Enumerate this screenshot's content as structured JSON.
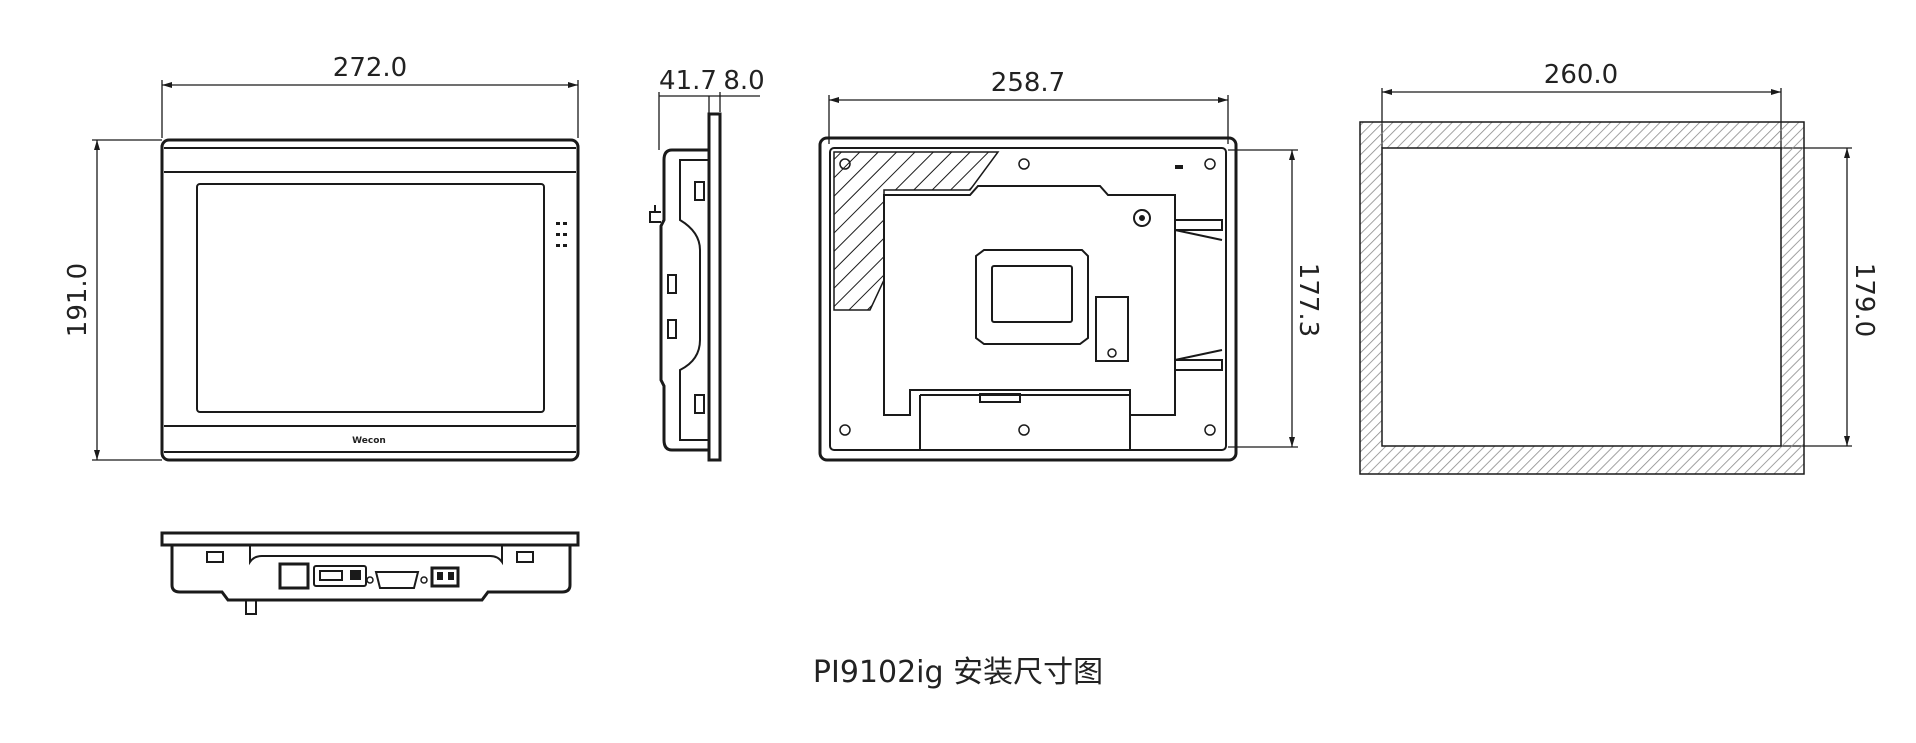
{
  "dimensions": {
    "front_width": "272.0",
    "front_height": "191.0",
    "side_depth": "41.7",
    "side_bezel": "8.0",
    "back_width": "258.7",
    "back_height": "177.3",
    "cutout_width": "260.0",
    "cutout_height": "179.0"
  },
  "front_view": {
    "logo": "Wecon"
  },
  "caption": "PI9102ig 安装尺寸图",
  "colors": {
    "line": "#1a1a1a",
    "hatch": "#9a9a9a"
  }
}
